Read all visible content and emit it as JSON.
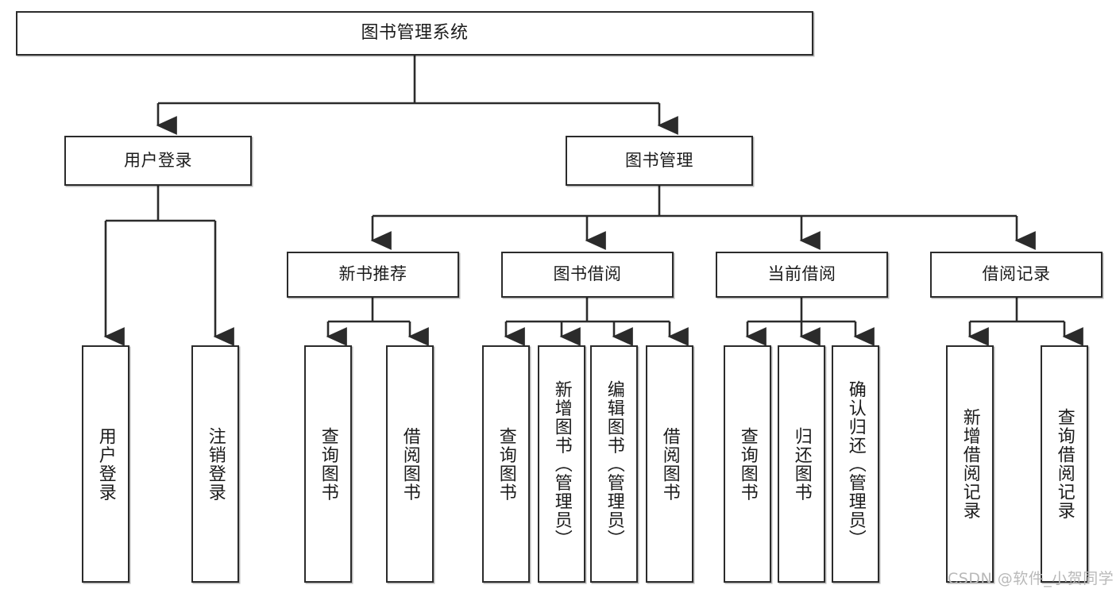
{
  "diagram": {
    "title": "图书管理系统",
    "watermark": "CSDN @软件_小贺同学",
    "line_color": "#2b2b2b",
    "box_fill": "#ffffff",
    "text_color": "#1b1b1b",
    "watermark_color": "#b9b9b9",
    "nodes": {
      "root": {
        "label": "图书管理系统"
      },
      "level2": [
        {
          "id": "user-login",
          "label": "用户登录"
        },
        {
          "id": "book-manage",
          "label": "图书管理"
        }
      ],
      "level3": [
        {
          "id": "new-book-recommend",
          "label": "新书推荐"
        },
        {
          "id": "book-borrow",
          "label": "图书借阅"
        },
        {
          "id": "current-borrow",
          "label": "当前借阅"
        },
        {
          "id": "borrow-record",
          "label": "借阅记录"
        }
      ],
      "leaves": [
        {
          "id": "leaf-user-login",
          "label": "用户登录",
          "parent": "user-login"
        },
        {
          "id": "leaf-logout-login",
          "label": "注销登录",
          "parent": "user-login"
        },
        {
          "id": "leaf-query-book-1",
          "label": "查询图书",
          "parent": "new-book-recommend"
        },
        {
          "id": "leaf-borrow-book-1",
          "label": "借阅图书",
          "parent": "new-book-recommend"
        },
        {
          "id": "leaf-query-book-2",
          "label": "查询图书",
          "parent": "book-borrow"
        },
        {
          "id": "leaf-add-book",
          "label": "新增图书（管理员）",
          "parent": "book-borrow"
        },
        {
          "id": "leaf-edit-book",
          "label": "编辑图书（管理员）",
          "parent": "book-borrow"
        },
        {
          "id": "leaf-borrow-book-2",
          "label": "借阅图书",
          "parent": "book-borrow"
        },
        {
          "id": "leaf-query-book-3",
          "label": "查询图书",
          "parent": "current-borrow"
        },
        {
          "id": "leaf-return-book",
          "label": "归还图书",
          "parent": "current-borrow"
        },
        {
          "id": "leaf-confirm-return",
          "label": "确认归还（管理员）",
          "parent": "current-borrow"
        },
        {
          "id": "leaf-add-record",
          "label": "新增借阅记录",
          "parent": "borrow-record"
        },
        {
          "id": "leaf-query-record",
          "label": "查询借阅记录",
          "parent": "borrow-record"
        }
      ]
    }
  }
}
